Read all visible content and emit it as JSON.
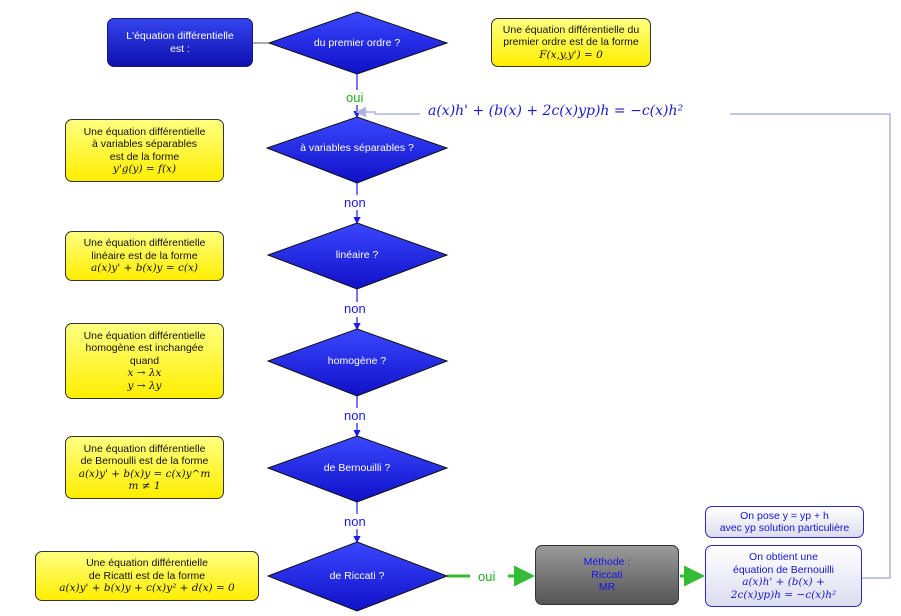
{
  "start_box": {
    "line1": "L'équation différentielle",
    "line2": "est :"
  },
  "first_order_note": {
    "line1": "Une équation différentielle du",
    "line2": "premier ordre est de la forme",
    "formula": "F(x,y,y') = 0"
  },
  "decisions": [
    {
      "label": "du premier ordre ?"
    },
    {
      "label": "à variables séparables ?"
    },
    {
      "label": "linéaire ?"
    },
    {
      "label": "homogène ?"
    },
    {
      "label": "de Bernouilli ?"
    },
    {
      "label": "de Riccati ?"
    }
  ],
  "edge_labels": {
    "oui_top": "oui",
    "non_1": "non",
    "non_2": "non",
    "non_3": "non",
    "non_4": "non",
    "oui_riccati": "oui"
  },
  "side_notes": {
    "separable": {
      "line1": "Une équation différentielle",
      "line2": "à variables séparables",
      "line3": "est de la forme",
      "formula": "y'g(y) = f(x)"
    },
    "linear": {
      "line1": "Une équation différentielle",
      "line2": "linéaire est de la forme",
      "formula": "a(x)y' + b(x)y = c(x)"
    },
    "homogeneous": {
      "line1": "Une équation différentielle",
      "line2": "homogène est inchangée",
      "line3": "quand",
      "formula1": "x → λx",
      "formula2": "y → λy"
    },
    "bernoulli": {
      "line1": "Une équation différentielle",
      "line2": "de Bernoulli est de la forme",
      "formula1": "a(x)y' + b(x)y = c(x)y^m",
      "formula2": "m ≠ 1"
    },
    "riccati": {
      "line1": "Une équation différentielle",
      "line2": "de Ricatti est de la forme",
      "formula": "a(x)y' + b(x)y + c(x)y² + d(x) = 0"
    }
  },
  "method_box": {
    "line1": "Méthode :",
    "line2": "Riccati",
    "line3": "MR"
  },
  "pose_box": {
    "line1": "On pose y = yp + h",
    "line2": "avec yp solution particulière"
  },
  "result_box": {
    "line1": "On obtient une",
    "line2": "équation de Bernouilli",
    "line3": "a(x)h' + (b(x) +",
    "line4": "2c(x)yp)h = −c(x)h²"
  },
  "feedback_equation": "a(x)h' + (b(x) + 2c(x)yp)h = −c(x)h²",
  "colors": {
    "diamond": "#1a1ae6",
    "green_arrow": "#33bb33",
    "blue_text": "#1a1aee",
    "yellow": "#ffee00",
    "feedback_line": "#b0b0e0"
  }
}
